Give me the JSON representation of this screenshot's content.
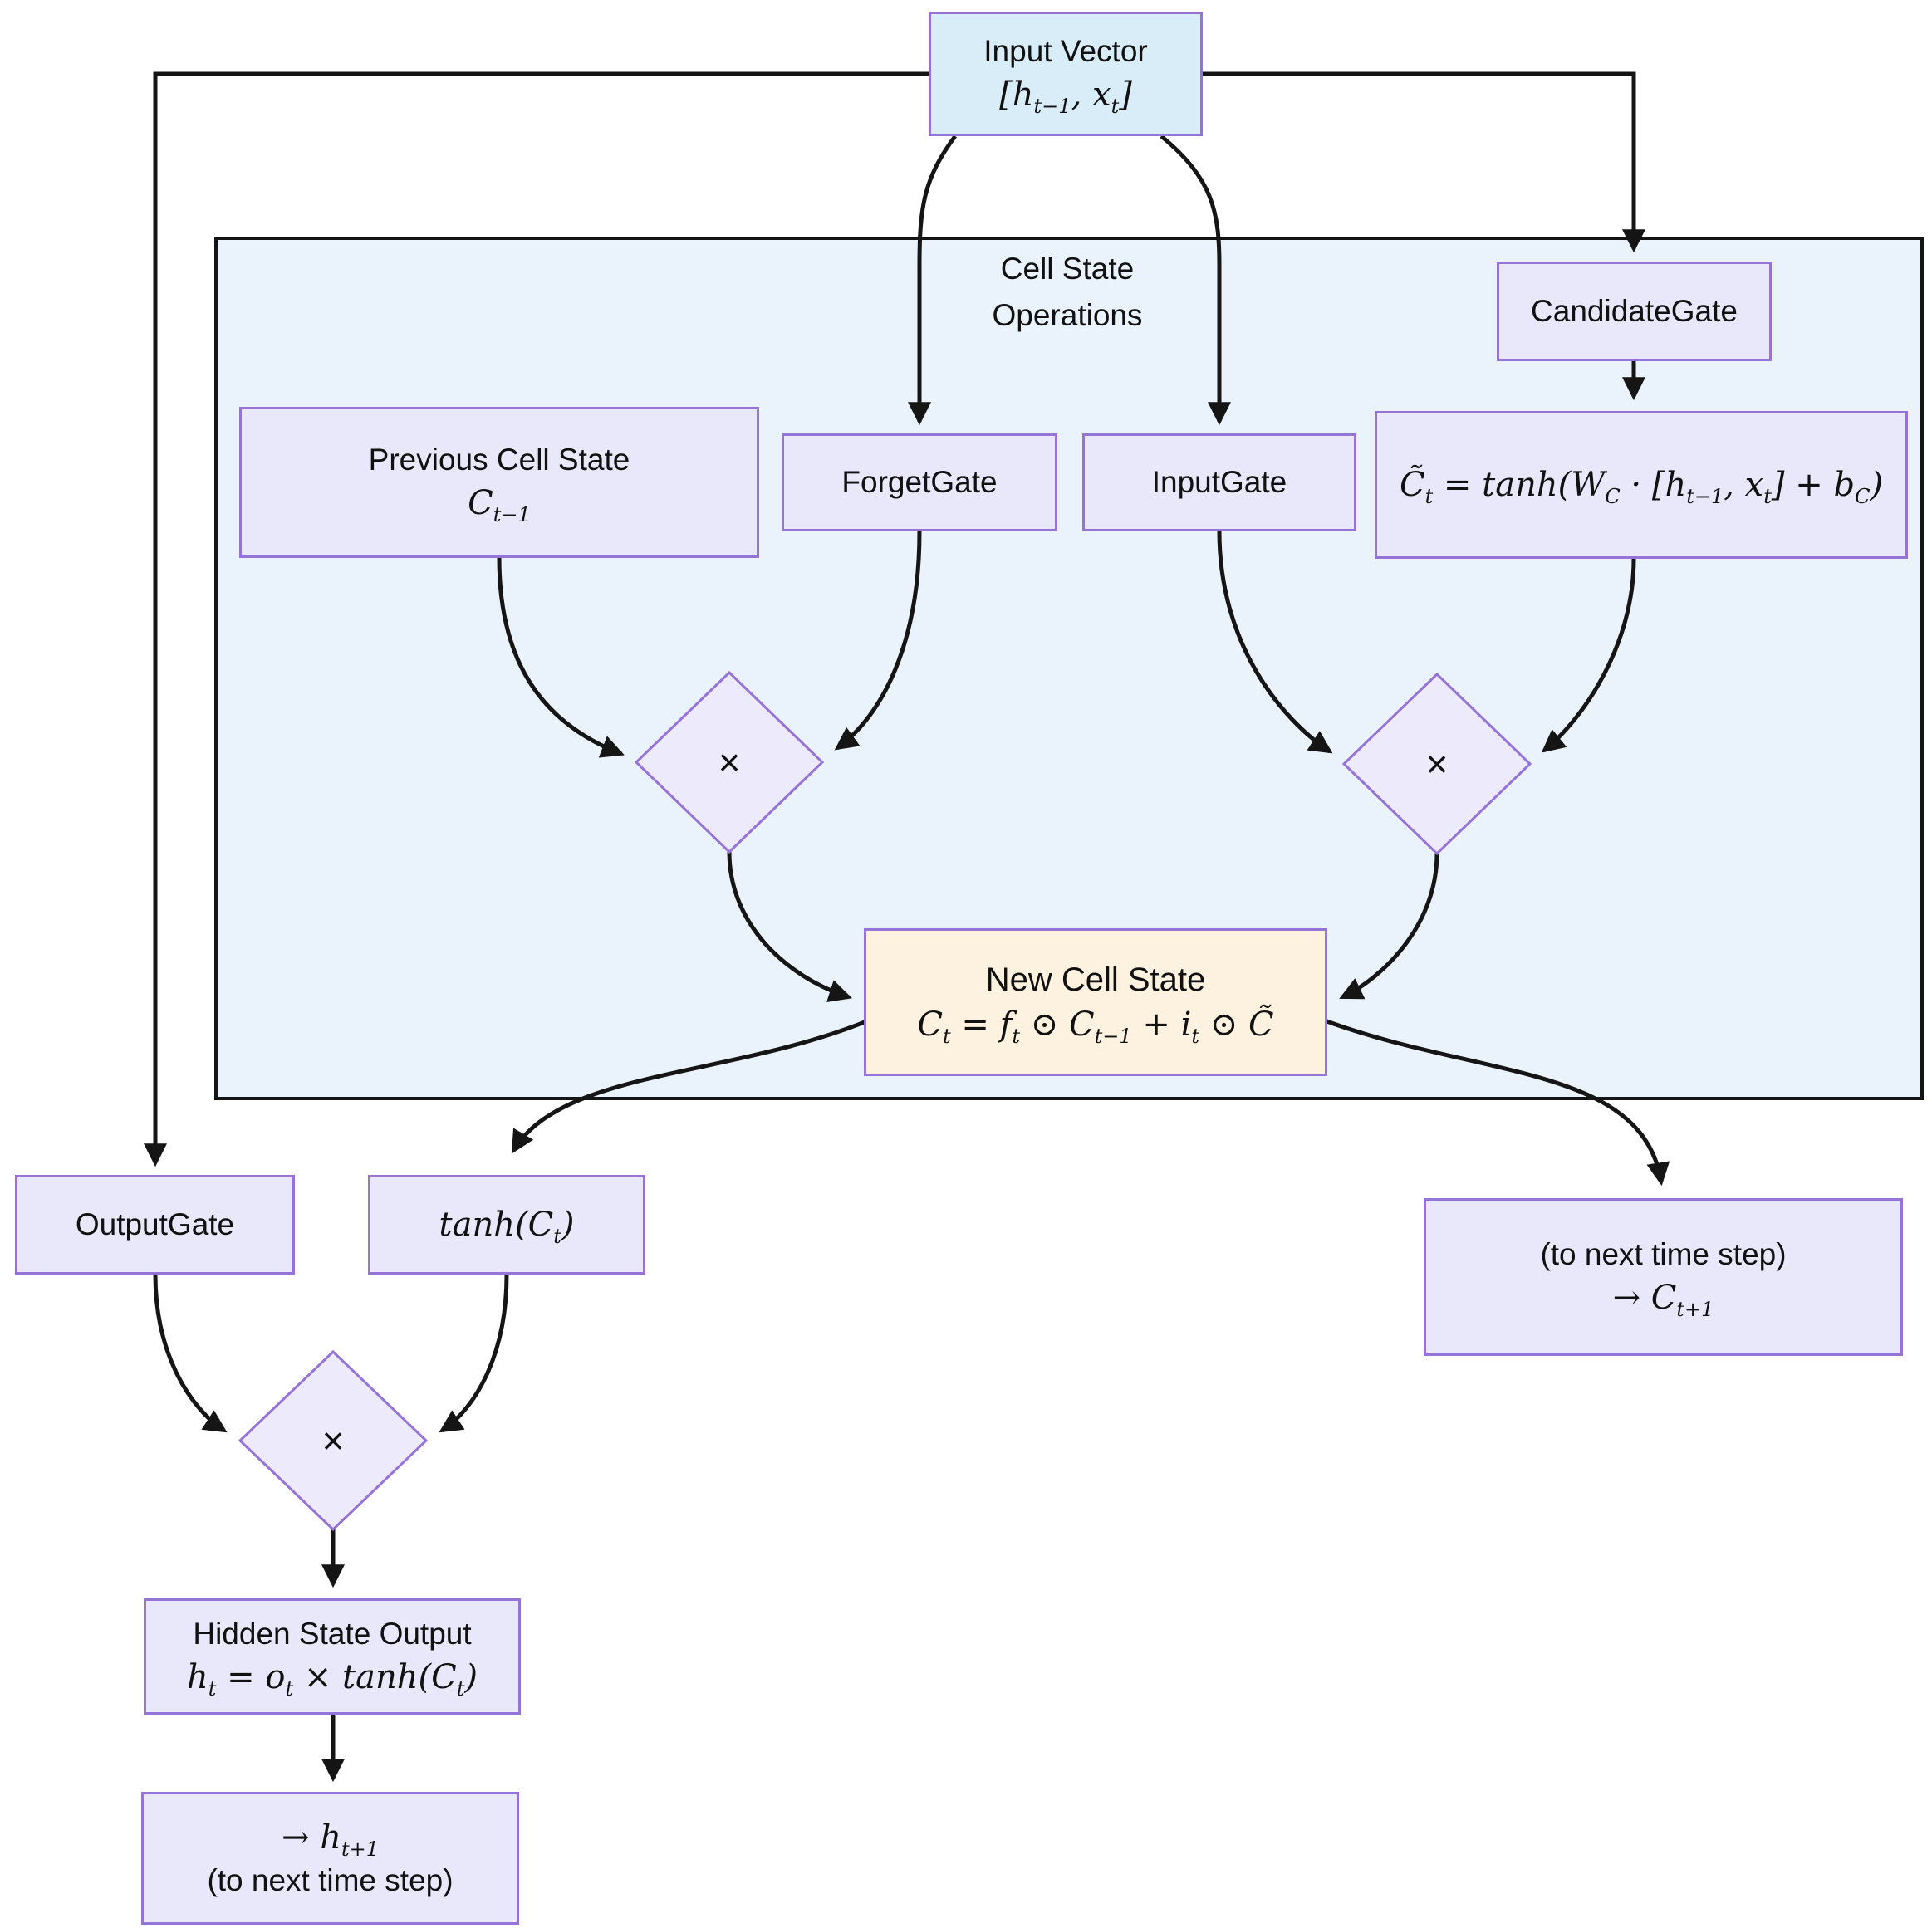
{
  "diagram": {
    "input_vector": {
      "title": "Input Vector",
      "math": "[h~t−1~, x~t~]"
    },
    "container_label": {
      "line1": "Cell State",
      "line2": "Operations"
    },
    "previous_cell_state": {
      "title": "Previous Cell State",
      "math": "C~t−1~"
    },
    "forget_gate": {
      "label": "ForgetGate"
    },
    "input_gate": {
      "label": "InputGate"
    },
    "candidate_gate": {
      "label": "CandidateGate"
    },
    "candidate_formula": {
      "math": "C̃~t~ = tanh(W~C~ · [h~t−1~, x~t~] + b~C~)"
    },
    "new_cell_state": {
      "title": "New Cell State",
      "math": "C~t~ = f~t~ ⊙ C~t−1~ + i~t~ ⊙ C̃"
    },
    "output_gate": {
      "label": "OutputGate"
    },
    "tanh_cell": {
      "math": "tanh(C~t~)"
    },
    "to_next_cell": {
      "note": "(to next time step)",
      "math": "→ C~t+1~"
    },
    "hidden_state": {
      "title": "Hidden State Output",
      "math": "h~t~ = o~t~ × tanh(C~t~)"
    },
    "to_next_hidden": {
      "math": "→ h~t+1~",
      "note": "(to next time step)"
    },
    "multiply_left": {
      "symbol": "×"
    },
    "multiply_right": {
      "symbol": "×"
    },
    "multiply_output": {
      "symbol": "×"
    }
  },
  "colors": {
    "accent_purple": "#9673d6",
    "node_fill": "#e9e7fa",
    "input_vector_fill": "#d9edf9",
    "container_fill": "#eaf3fc",
    "new_cell_fill": "#fdf1e0",
    "line_color": "#151515"
  }
}
